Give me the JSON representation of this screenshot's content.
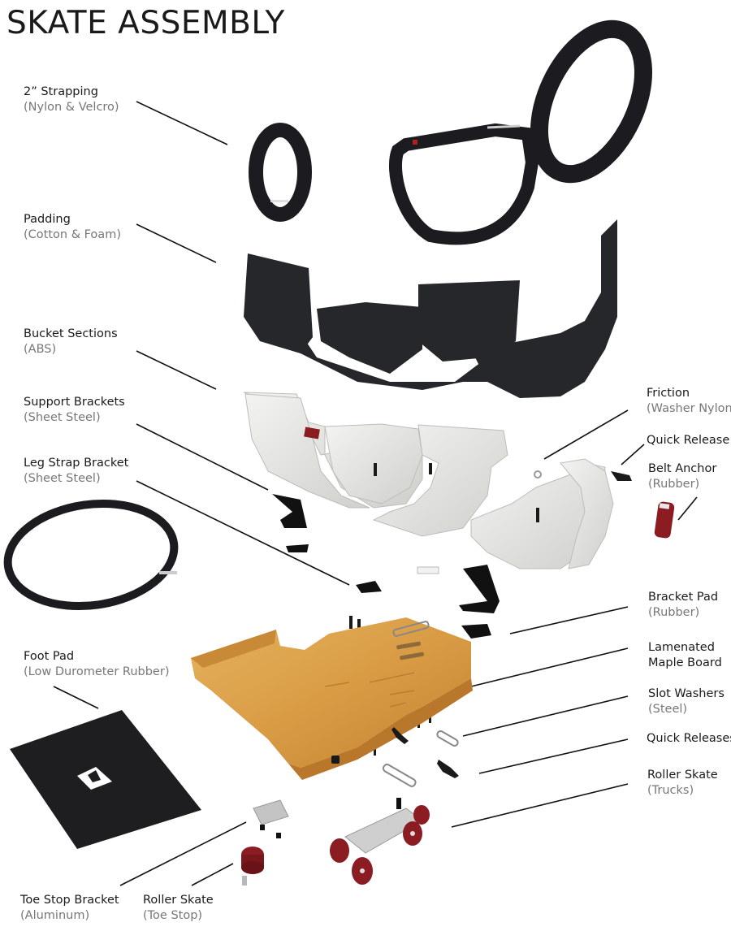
{
  "title": "SKATE ASSEMBLY",
  "labels": [
    {
      "id": "strapping",
      "name": "2” Strapping",
      "sub": "(Nylon & Velcro)"
    },
    {
      "id": "padding",
      "name": "Padding",
      "sub": "(Cotton & Foam)"
    },
    {
      "id": "bucket",
      "name": "Bucket Sections",
      "sub": "(ABS)"
    },
    {
      "id": "support",
      "name": "Support Brackets",
      "sub": "(Sheet Steel)"
    },
    {
      "id": "legstrap",
      "name": "Leg Strap Bracket",
      "sub": "(Sheet Steel)"
    },
    {
      "id": "footpad",
      "name": "Foot Pad",
      "sub": "(Low Durometer Rubber)"
    },
    {
      "id": "toestop",
      "name": "Toe Stop Bracket",
      "sub": "(Aluminum)"
    },
    {
      "id": "rollertoe",
      "name": "Roller Skate",
      "sub": "(Toe Stop)"
    },
    {
      "id": "friction",
      "name": "Friction",
      "sub": "(Washer Nylon)"
    },
    {
      "id": "quickrelease",
      "name": "Quick Release",
      "sub": ""
    },
    {
      "id": "beltanchor",
      "name": "Belt Anchor",
      "sub": "(Rubber)"
    },
    {
      "id": "bracketpad",
      "name": "Bracket Pad",
      "sub": "(Rubber)"
    },
    {
      "id": "maple",
      "name": "Lamenated",
      "sub": "Maple Board"
    },
    {
      "id": "slotwashers",
      "name": "Slot Washers",
      "sub": "(Steel)"
    },
    {
      "id": "quickreleases",
      "name": "Quick Releases",
      "sub": ""
    },
    {
      "id": "rollertrucks",
      "name": "Roller Skate",
      "sub": "(Trucks)"
    }
  ],
  "colors": {
    "strap": "#1c1c20",
    "padding": "#26272b",
    "abs": "#e6e6e4",
    "wood": "#d9a04a",
    "wheel": "#8a1c22",
    "footpad": "#1e1e20"
  }
}
